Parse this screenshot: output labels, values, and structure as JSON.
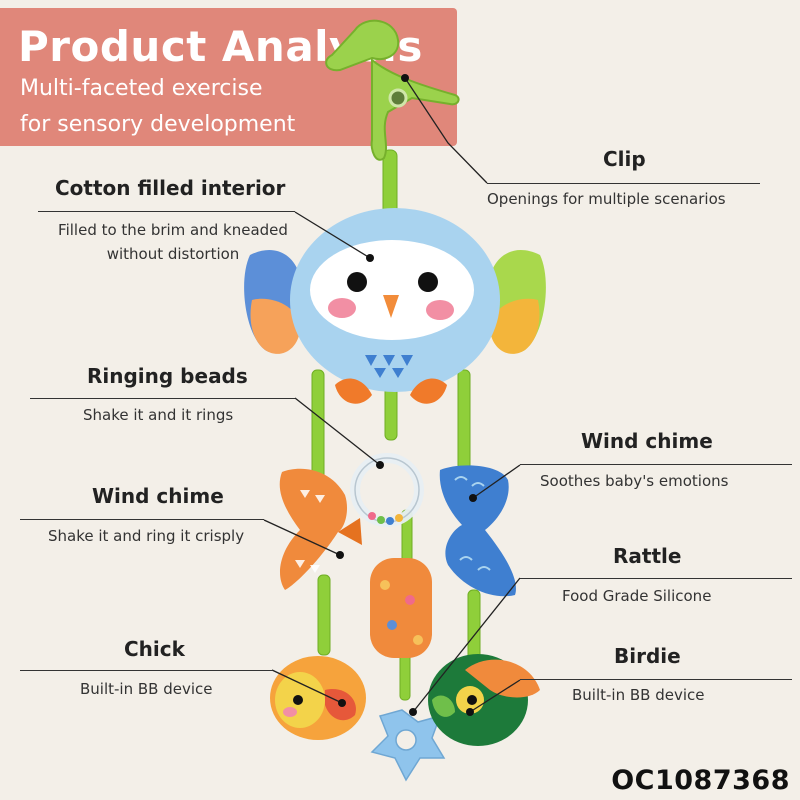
{
  "banner": {
    "title": "Product Analysis",
    "subtitle_line1": "Multi-faceted exercise",
    "subtitle_line2": "for sensory development"
  },
  "features": {
    "clip": {
      "title": "Clip",
      "desc": "Openings for multiple scenarios"
    },
    "cotton": {
      "title": "Cotton filled interior",
      "desc": "Filled to the brim and kneaded without distortion"
    },
    "beads": {
      "title": "Ringing beads",
      "desc": "Shake it and it rings"
    },
    "wind_right": {
      "title": "Wind chime",
      "desc": "Soothes baby's emotions"
    },
    "wind_left": {
      "title": "Wind chime",
      "desc": "Shake it and ring it crisply"
    },
    "rattle": {
      "title": "Rattle",
      "desc": "Food Grade Silicone"
    },
    "chick": {
      "title": "Chick",
      "desc": "Built-in BB device"
    },
    "birdie": {
      "title": "Birdie",
      "desc": "Built-in BB device"
    }
  },
  "product_code": "OC1087368",
  "colors": {
    "banner": "#e0877a",
    "background": "#f3efe8",
    "owl_blue": "#a9d3ef",
    "strap_green": "#8fcf3a",
    "orange": "#f08a3c",
    "blue_bow": "#3f7fd0"
  }
}
